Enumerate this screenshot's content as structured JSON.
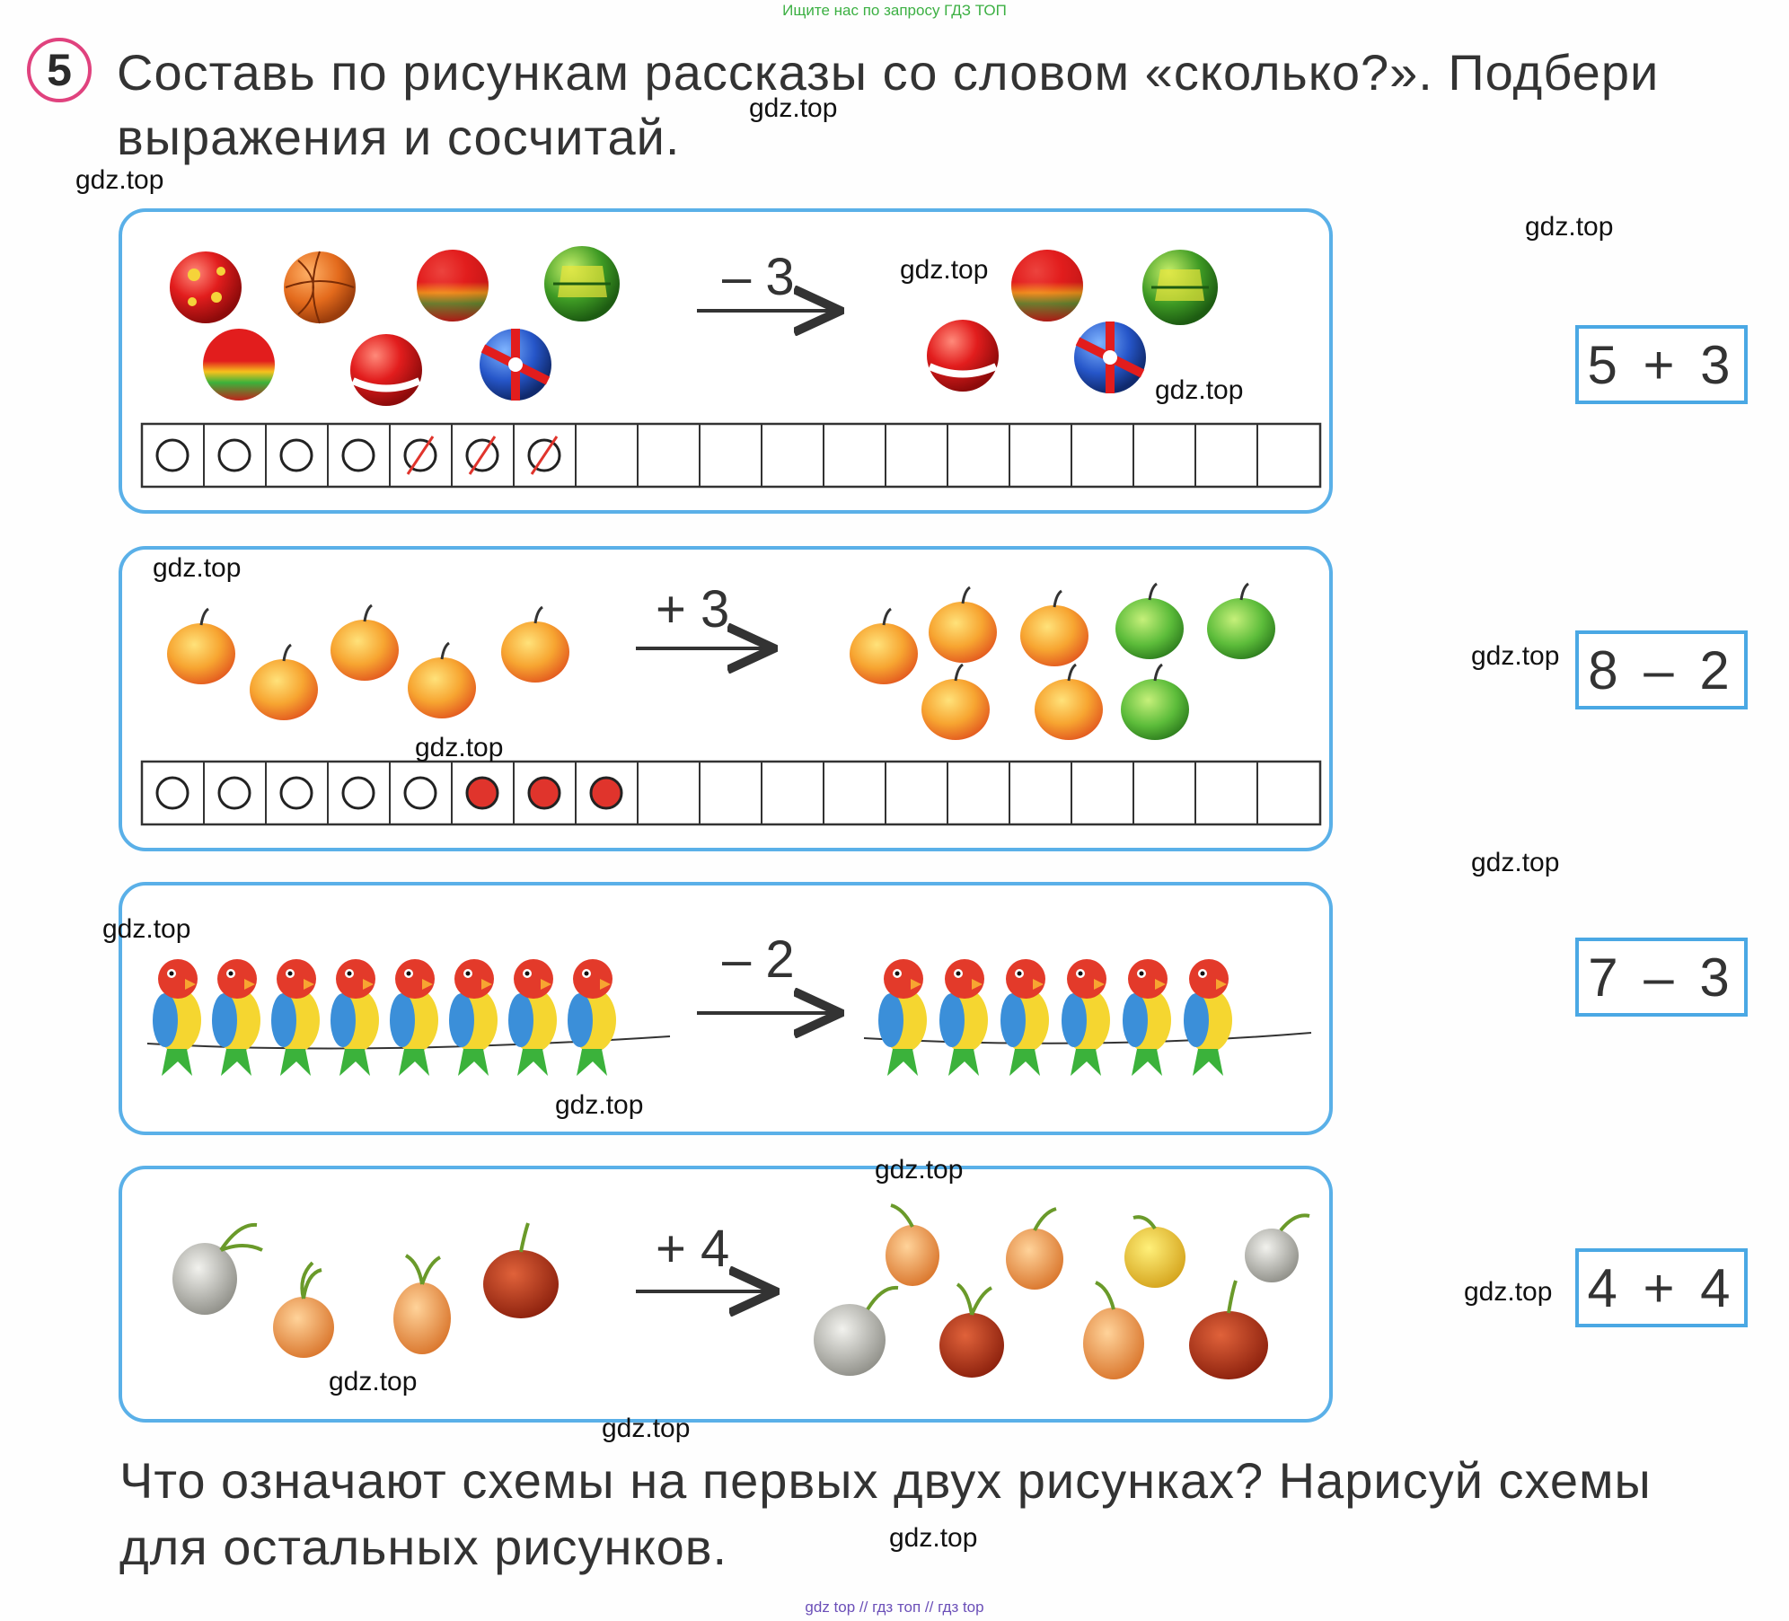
{
  "top_banner": "Ищите нас по запросу ГДЗ ТОП",
  "task": {
    "number": "5",
    "heading_line1": "Составь по рисункам рассказы со словом «сколько?». Подбери",
    "heading_line2": "выражения и сосчитай."
  },
  "panels": [
    {
      "operation": "– 3",
      "items": "balls"
    },
    {
      "operation": "+ 3",
      "items": "apples"
    },
    {
      "operation": "– 2",
      "items": "parrots"
    },
    {
      "operation": "+ 4",
      "items": "onions"
    }
  ],
  "expressions": [
    "5 + 3",
    "8 – 2",
    "7 – 3",
    "4 + 4"
  ],
  "footer": {
    "line1": "Что означают схемы на первых двух рисунках? Нарисуй схемы",
    "line2": "для остальных рисунков."
  },
  "watermark": "gdz.top",
  "bottom_banner": "gdz top  //  гдз топ  //  гдз top",
  "colors": {
    "panel_border": "#5ab0e8",
    "task_circle": "#e0427e",
    "banner_top": "#3cb043",
    "banner_bottom": "#6b4fb8"
  }
}
